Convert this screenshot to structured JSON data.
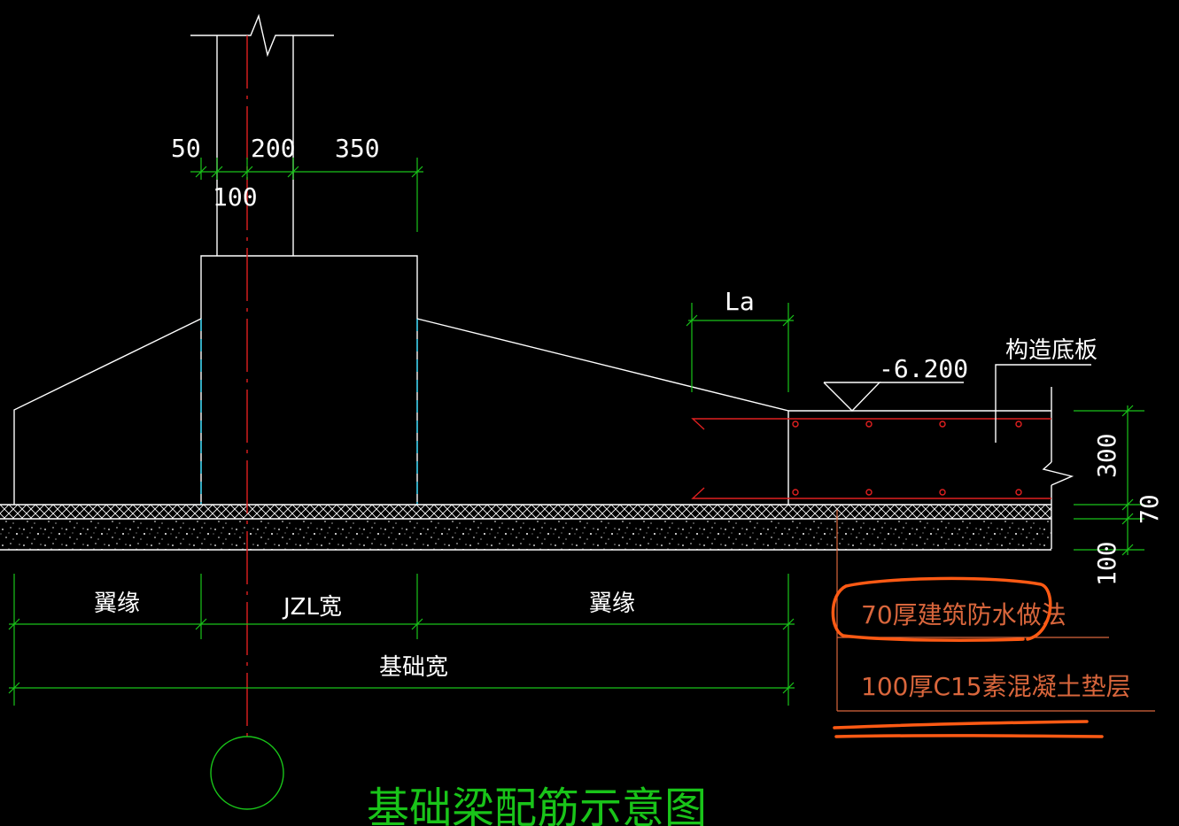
{
  "drawing": {
    "title": "基础梁配筋示意图",
    "dimensions": {
      "d50": "50",
      "d200": "200",
      "d350": "350",
      "d100_top": "100",
      "la": "La",
      "d300": "300",
      "d70": "70",
      "d100_right": "100"
    },
    "elevation": "-6.200",
    "labels": {
      "flange_left": "翼缘",
      "beam_width": "JZL宽",
      "flange_right": "翼缘",
      "foundation_width": "基础宽",
      "slab": "构造底板"
    },
    "notes": {
      "waterproof": "70厚建筑防水做法",
      "cushion": "100厚C15素混凝土垫层"
    }
  },
  "colors": {
    "background": "#000000",
    "line": "#ffffff",
    "dimension": "#19c419",
    "rebar": "#e02020",
    "centerline": "#e02020",
    "hidden": "#20c8e8",
    "markup": "#ff5a14"
  }
}
